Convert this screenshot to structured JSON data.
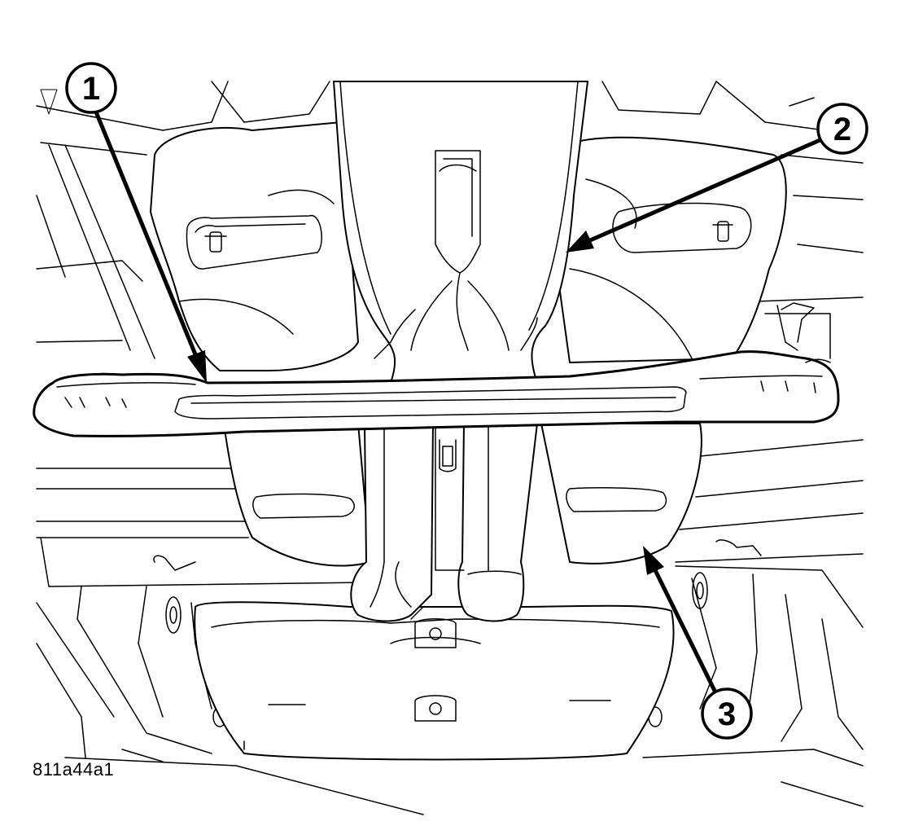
{
  "figure": {
    "id": "811a44a1"
  },
  "callouts": [
    {
      "label": "1"
    },
    {
      "label": "2"
    },
    {
      "label": "3"
    }
  ]
}
